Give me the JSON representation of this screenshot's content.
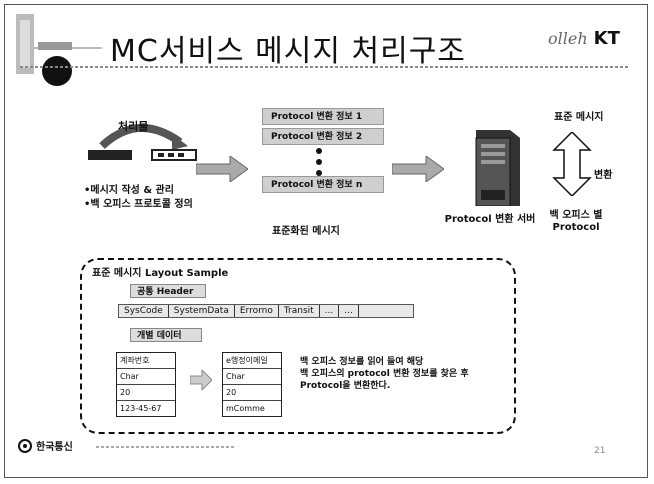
{
  "title": "MC서비스 메시지 처리구조",
  "kt_logo": {
    "script": "olleh",
    "mark": "KT"
  },
  "left_block": {
    "arc_label": "처리물",
    "bullets": [
      "•메시지 작성 & 관리",
      "•백 오피스 프로토콜 정의"
    ]
  },
  "protocol_rules": {
    "items": [
      "Protocol 변환 정보 1",
      "Protocol 변환 정보 2",
      "Protocol 변환 정보 n"
    ],
    "caption": "표준화된 메시지"
  },
  "server": {
    "label": "Protocol 변환 서버"
  },
  "right_block": {
    "top_label": "표준 메시지",
    "convert_label": "변환",
    "backoffice_label_1": "백 오피스 별",
    "backoffice_label_2": "Protocol"
  },
  "layout_sample": {
    "title": "표준 메시지 Layout Sample",
    "common_header": "공통 Header",
    "fields": [
      "SysCode",
      "SystemData",
      "Errorno",
      "Transit",
      "...",
      "..."
    ],
    "individual_area": "개별 데이터",
    "card_left": [
      "계좌번호",
      "Char",
      "20",
      "123-45-67"
    ],
    "card_right": [
      "e행정이메일",
      "Char",
      "20",
      "mComme"
    ],
    "description": [
      "백 오피스 정보를 읽어 들여 해당",
      "백 오피스의 protocol 변환 정보를 찾은 후",
      "Protocol을 변환한다."
    ]
  },
  "footer": {
    "company": "한국통신",
    "page": "21"
  }
}
